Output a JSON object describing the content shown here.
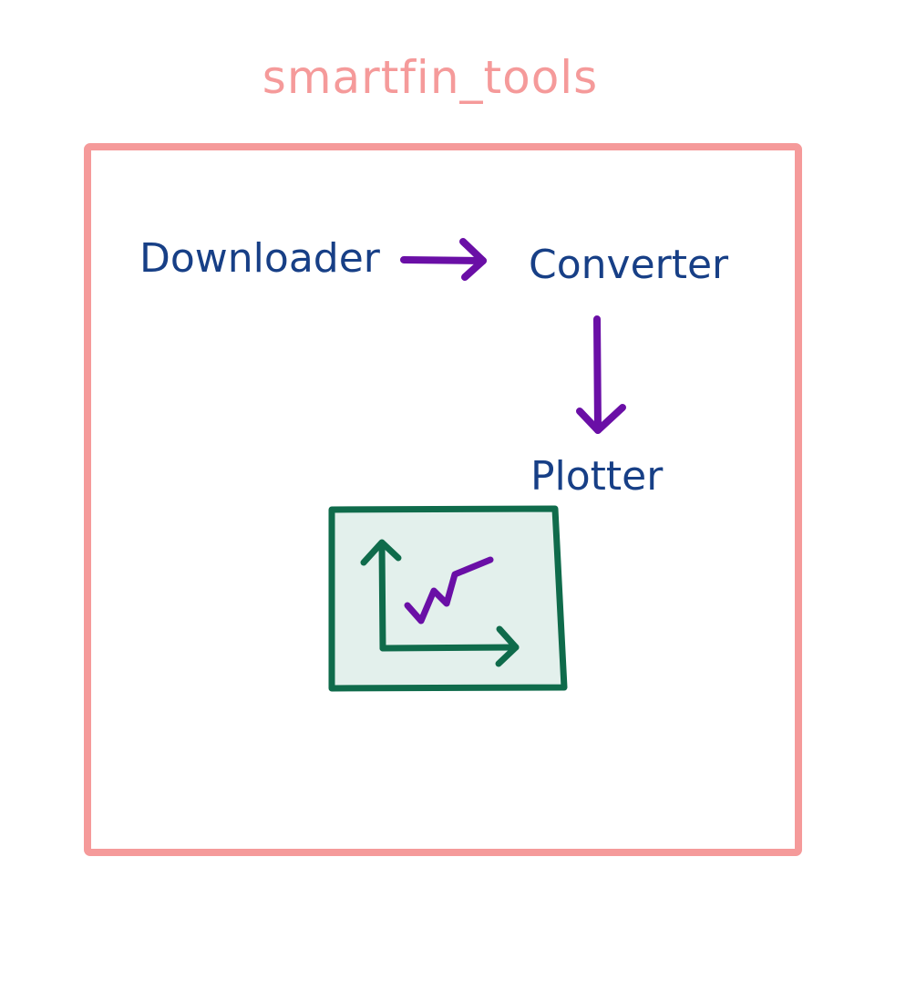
{
  "title": "smartfin_tools",
  "nodes": {
    "downloader": "Downloader",
    "converter": "Converter",
    "plotter": "Plotter"
  },
  "icons": {
    "plot": "line-chart-icon"
  },
  "colors": {
    "frame": "#f59a9a",
    "title": "#f59a9a",
    "node_text": "#173f86",
    "arrow": "#6a0fa6",
    "plot_stroke": "#0f6b4b",
    "plot_fill": "#e3f0ec",
    "plot_line": "#6a0fa6"
  }
}
